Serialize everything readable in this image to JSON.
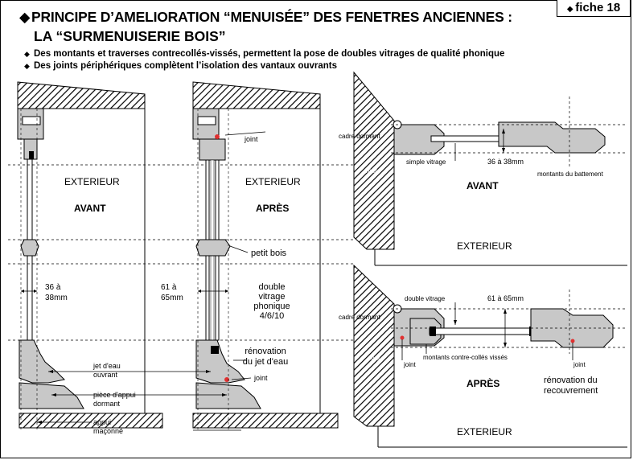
{
  "header": {
    "fiche_label": "fiche 18",
    "title_line1": "PRINCIPE D’AMELIORATION “MENUISÉE” DES FENETRES ANCIENNES :",
    "title_line2": "LA “SURMENUISERIE BOIS”",
    "bullet1": "Des montants et traverses contrecollés-vissés, permettent la pose de doubles vitrages de qualité phonique",
    "bullet2": "Des joints périphériques complètent l’isolation des vantaux ouvrants"
  },
  "left_section": {
    "avant": {
      "exterior": "EXTERIEUR",
      "state": "AVANT",
      "dim": "36 à\n38mm"
    },
    "apres": {
      "exterior": "EXTERIEUR",
      "state": "APRÈS",
      "dim": "61 à\n65mm"
    },
    "labels": {
      "joint_top": "joint",
      "petit_bois": "petit bois",
      "double_vitrage": "double\nvitrage\nphonique\n4/6/10",
      "renovation_jet": "rénovation\ndu jet d'eau",
      "joint_bottom": "joint",
      "jet_eau": "jet d'eau\nouvrant",
      "piece_appui": "pièce d'appui\ndormant",
      "appui": "appui\nmaçonné"
    }
  },
  "right_section": {
    "avant": {
      "cadre": "cadre dormant",
      "mur": "mur",
      "simple_vitrage": "simple vitrage",
      "dim": "36 à 38mm",
      "montants": "montants du battement",
      "state": "AVANT",
      "exterior": "EXTERIEUR"
    },
    "apres": {
      "double_vitrage": "double vitrage",
      "dim": "61 à 65mm",
      "cadre": "cadre dormant",
      "mur": "mur",
      "joint_a": "joint",
      "montants": "montants contre-collés vissés",
      "joint_b": "joint",
      "renovation": "rénovation du\nrecouvrement",
      "state": "APRÈS",
      "exterior": "EXTERIEUR"
    }
  },
  "colors": {
    "hatch": "#000000",
    "wood": "#c8c8c8",
    "joint": "#e03030"
  }
}
